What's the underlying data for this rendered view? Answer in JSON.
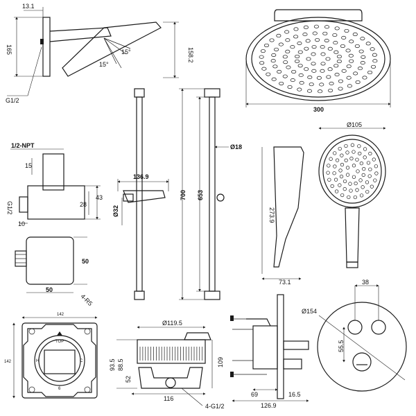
{
  "labels": {
    "arm_d1": "13.1",
    "arm_d2": "165",
    "arm_d3": "158.2",
    "arm_angle1": "15°",
    "arm_angle2": "15°",
    "arm_thread": "G1/2",
    "head_width": "300",
    "rail_width": "136.9",
    "rail_dia": "Ø32",
    "rail_length": "700",
    "rail_inner": "653",
    "rail_rod": "Ø18",
    "elbow_thread_top": "1/2-NPT",
    "elbow_d15": "15",
    "elbow_d43": "43",
    "elbow_d28": "28",
    "elbow_thread_side": "G1/2",
    "elbow_d10": "10",
    "wall_d50h": "50",
    "wall_d50w": "50",
    "wall_r5": "4-R5",
    "hand_dia": "Ø105",
    "hand_len": "273.9",
    "hand_w": "73.1",
    "box_w": "142",
    "box_h": "142",
    "box_top": "TOP",
    "box_h_mark": "H",
    "box_c_mark": "C",
    "box_6": "6",
    "valve_dia": "Ø119.5",
    "valve_d1": "93.5",
    "valve_d2": "88.5",
    "valve_d3": "52",
    "valve_d4": "109",
    "valve_w": "116",
    "valve_thread": "4-G1/2",
    "side_d69": "69",
    "side_d165": "16.5",
    "side_d1269": "126.9",
    "plate_dia": "Ø154",
    "plate_d38": "38",
    "plate_d555": "55.5"
  }
}
